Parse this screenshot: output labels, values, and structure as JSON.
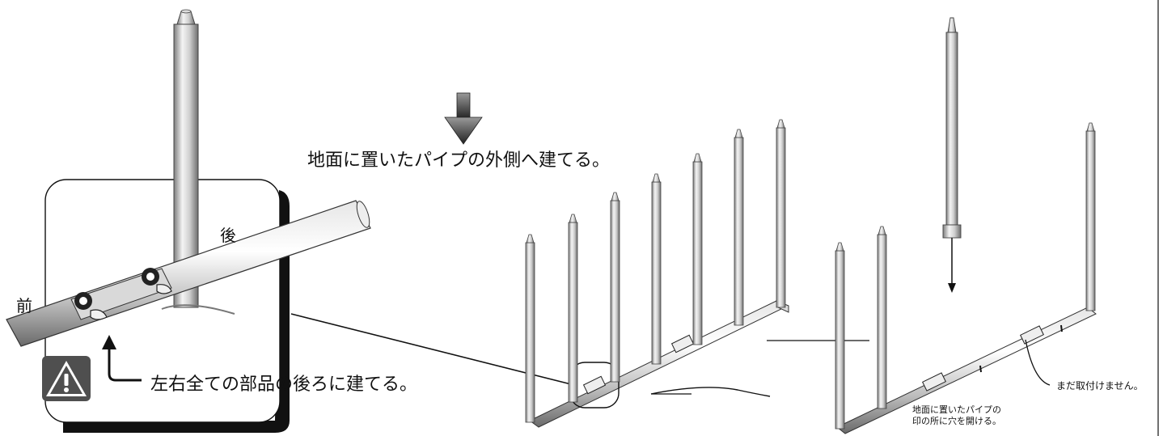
{
  "labels": {
    "instruction": "地面に置いたパイプの外側へ建てる。",
    "front": "前",
    "back": "後",
    "behind_parts": "左右全ての部品の後ろに建てる。",
    "not_attached": "まだ取付けません。",
    "drill_line1": "地面に置いたパイプの",
    "drill_line2": "印の所に穴を開ける。"
  },
  "icons": {
    "warning": "warning-triangle-icon",
    "arrow_down": "down-arrow-icon"
  },
  "colors": {
    "ink": "#111111",
    "pipe_light": "#f2f2f2",
    "pipe_mid": "#c8c8c8",
    "pipe_dark": "#8a8a8a",
    "warning_fill": "#5a5a5a"
  }
}
